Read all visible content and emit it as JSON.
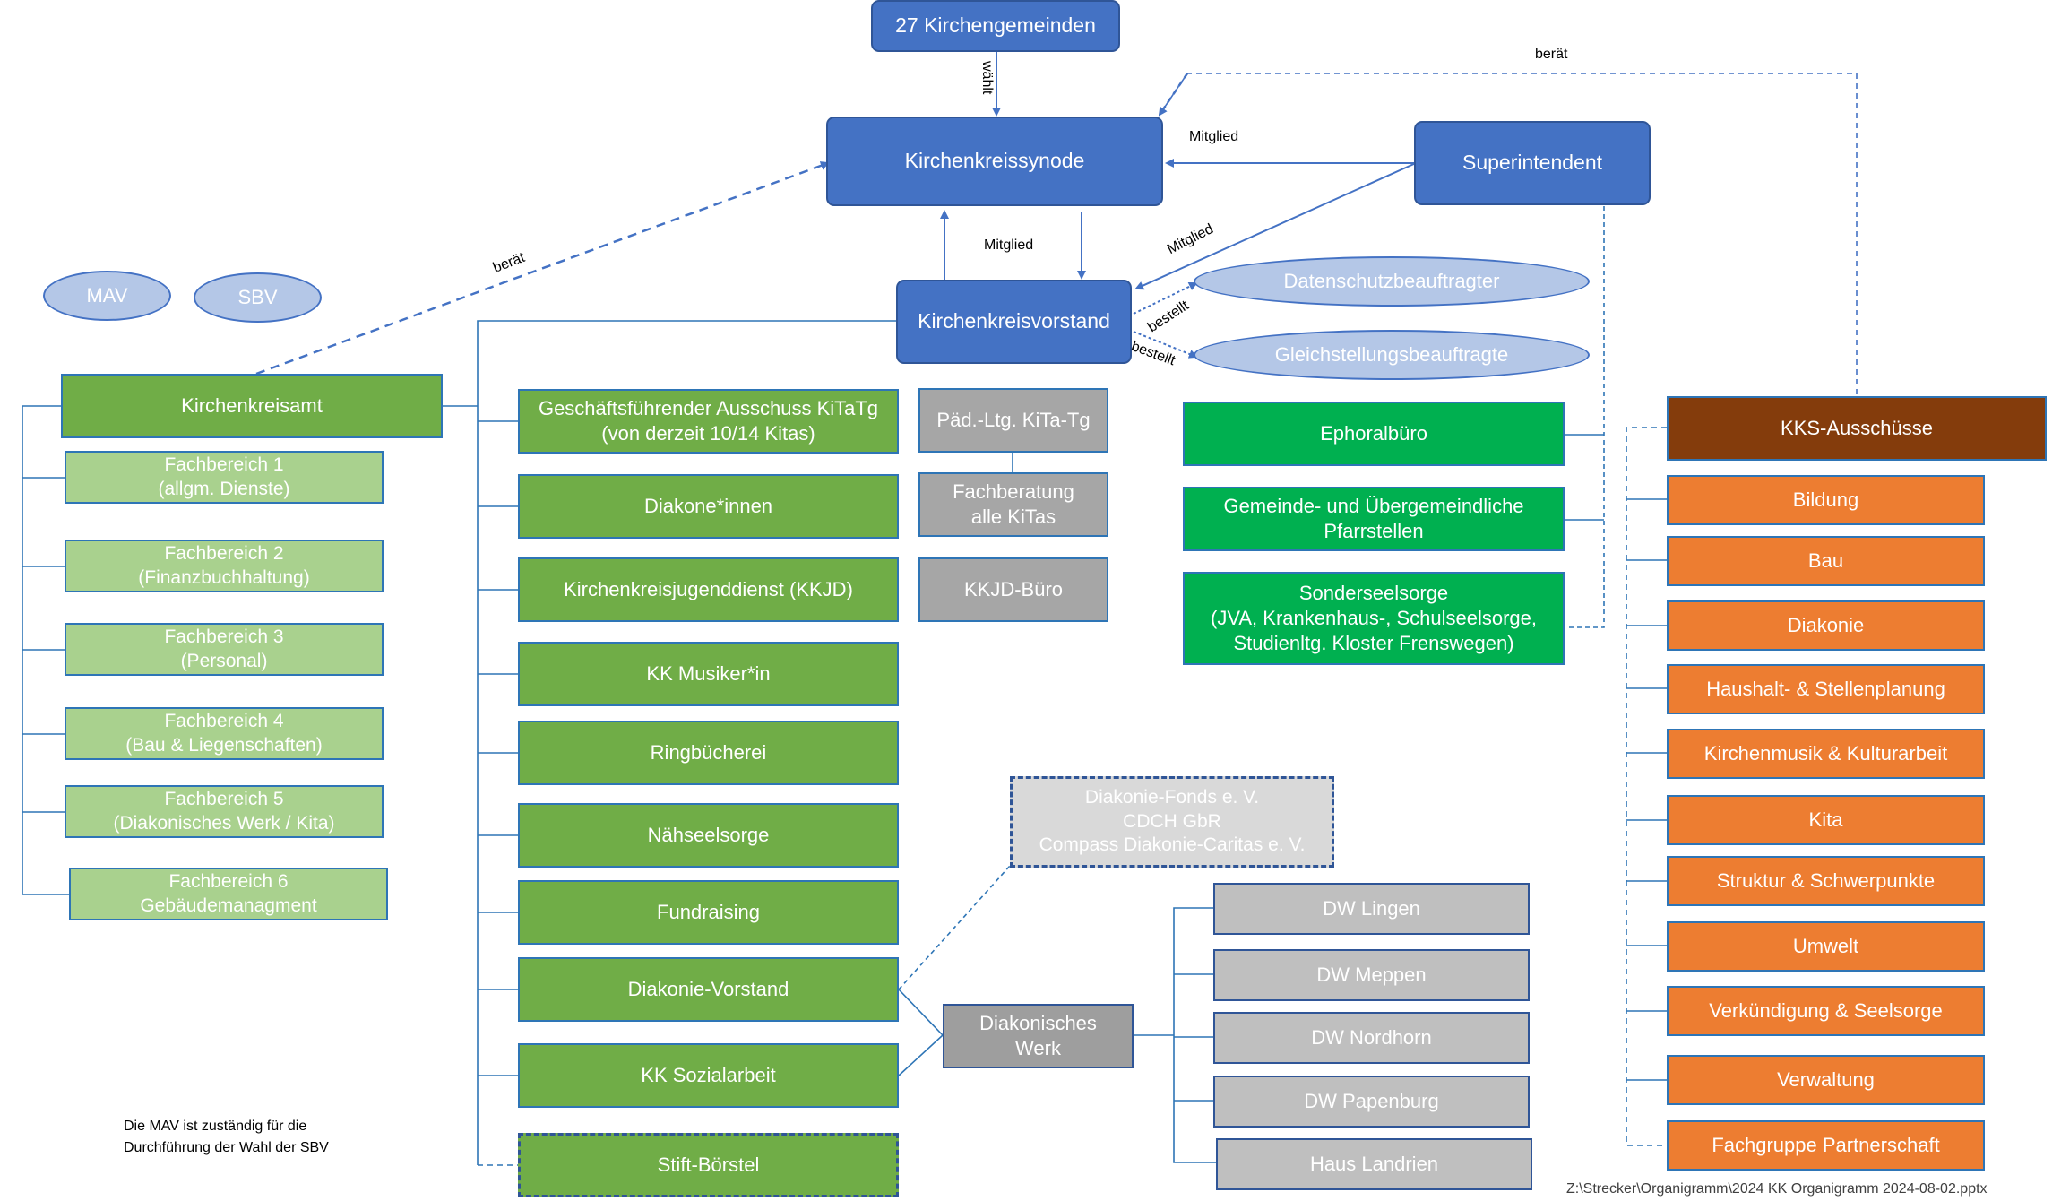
{
  "nodes": {
    "kirchengemeinden": "27 Kirchengemeinden",
    "synode": "Kirchenkreissynode",
    "superintendent": "Superintendent",
    "vorstand": "Kirchenkreisvorstand",
    "datenschutz": "Datenschutzbeauftragter",
    "gleichstellung": "Gleichstellungsbeauftragte",
    "mav": "MAV",
    "sbv": "SBV",
    "kirchenkreisamt": "Kirchenkreisamt",
    "fachbereiche": [
      [
        "Fachbereich 1",
        "(allgm. Dienste)"
      ],
      [
        "Fachbereich 2",
        "(Finanzbuchhaltung)"
      ],
      [
        "Fachbereich 3",
        "(Personal)"
      ],
      [
        "Fachbereich 4",
        "(Bau & Liegenschaften)"
      ],
      [
        "Fachbereich 5",
        "(Diakonisches Werk / Kita)"
      ],
      [
        "Fachbereich 6",
        "Gebäudemanagment"
      ]
    ],
    "center_column": [
      [
        "Geschäftsführender Ausschuss KiTaTg",
        "(von derzeit 10/14 Kitas)"
      ],
      [
        "Diakone*innen"
      ],
      [
        "Kirchenkreisjugenddienst (KKJD)"
      ],
      [
        "KK Musiker*in"
      ],
      [
        "Ringbücherei"
      ],
      [
        "Nähseelsorge"
      ],
      [
        "Fundraising"
      ],
      [
        "Diakonie-Vorstand"
      ],
      [
        "KK Sozialarbeit"
      ]
    ],
    "stift": "Stift-Börstel",
    "paed": "Päd.-Ltg. KiTa-Tg",
    "fachberatung": [
      "Fachberatung",
      "alle KiTas"
    ],
    "kkjd_buero": "KKJD-Büro",
    "diakonie_fonds": [
      "Diakonie-Fonds e. V.",
      "CDCH GbR",
      "Compass Diakonie-Caritas e. V."
    ],
    "diakonisches_werk": [
      "Diakonisches",
      "Werk"
    ],
    "dw": [
      "DW Lingen",
      "DW Meppen",
      "DW Nordhorn",
      "DW Papenburg",
      "Haus Landrien"
    ],
    "ephoral": [
      [
        "Ephoralbüro"
      ],
      [
        "Gemeinde- und Übergemeindliche",
        "Pfarrstellen"
      ],
      [
        "Sonderseelsorge",
        "(JVA, Krankenhaus-, Schulseelsorge,",
        "Studienltg. Kloster Frenswegen)"
      ]
    ],
    "kks_header": "KKS-Ausschüsse",
    "kks": [
      "Bildung",
      "Bau",
      "Diakonie",
      "Haushalt- & Stellenplanung",
      "Kirchenmusik & Kulturarbeit",
      "Kita",
      "Struktur & Schwerpunkte",
      "Umwelt",
      "Verkündigung & Seelsorge",
      "Verwaltung",
      "Fachgruppe Partnerschaft"
    ]
  },
  "labels": {
    "waehlt": "wählt",
    "beraet_top": "berät",
    "beraet_left": "berät",
    "mitglied_sup": "Mitglied",
    "mitglied_center": "Mitglied",
    "mitglied_diag": "Mitglied",
    "bestellt_1": "bestellt",
    "bestellt_2": "bestellt"
  },
  "note": [
    "Die MAV ist zuständig für die",
    "Durchführung der Wahl der SBV"
  ],
  "file_path": "Z:\\Strecker\\Organigramm\\2024 KK Organigramm 2024-08-02.pptx",
  "colors": {
    "blue": "#4472c4",
    "green_dark": "#70ad47",
    "green_light": "#a9d18e",
    "green_bright": "#00b050",
    "gray": "#a6a6a6",
    "orange": "#ed7d31",
    "brown": "#843c0c"
  }
}
